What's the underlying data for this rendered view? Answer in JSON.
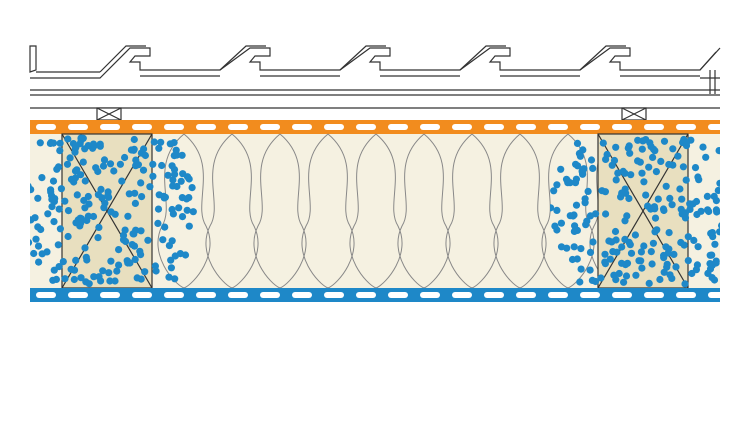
{
  "diagram": {
    "kind": "roof cross-section",
    "layers": [
      {
        "name": "roof-tiles",
        "color": "#ffffff"
      },
      {
        "name": "battens-and-counter-battens",
        "color": "#ffffff"
      },
      {
        "name": "vapour-open-underlay",
        "color": "#f28c1e"
      },
      {
        "name": "rafter",
        "color": "#e8dfbf"
      },
      {
        "name": "loose-fill-insulation-granules",
        "color": "#1e88c8"
      },
      {
        "name": "mineral-wool-insulation",
        "color": "#f5f1e1"
      },
      {
        "name": "vapour-control-layer",
        "color": "#1e88c8"
      }
    ],
    "colors": {
      "outline": "#333333",
      "underlay": "#f28c1e",
      "vapour_control": "#1e88c8",
      "insulation": "#f5f1e1",
      "rafter": "#e8dfbf",
      "granules": "#1e88c8"
    }
  }
}
